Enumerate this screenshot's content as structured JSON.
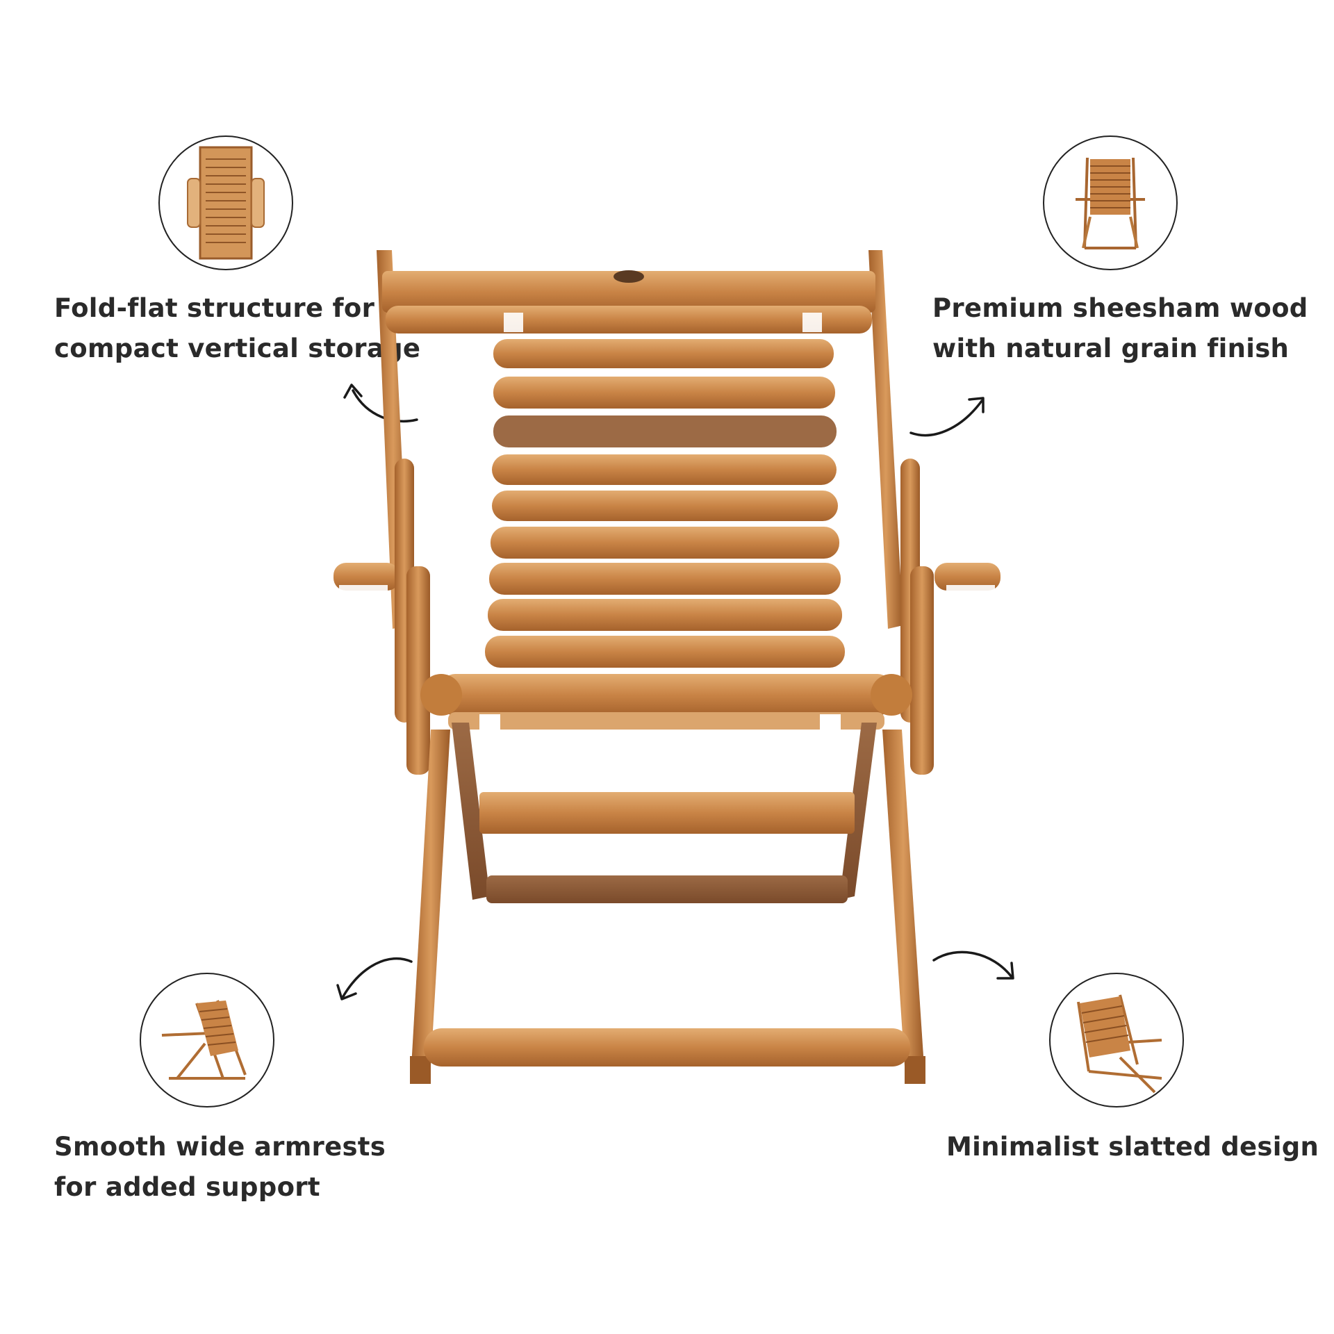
{
  "features": {
    "top_left": {
      "line1": "Fold-flat structure for",
      "line2": "compact vertical storage"
    },
    "top_right": {
      "line1": "Premium sheesham wood",
      "line2": "with natural grain finish"
    },
    "bottom_left": {
      "line1": "Smooth wide armrests",
      "line2": "for added support"
    },
    "bottom_right": {
      "line1": "Minimalist slatted design",
      "line2": ""
    }
  },
  "colors": {
    "wood_light": "#d9a36a",
    "wood_mid": "#c27d3c",
    "wood_dark": "#8f5527",
    "wood_deep": "#7a4a2a",
    "text": "#2a2a2a",
    "background": "#ffffff"
  },
  "icons": {
    "arrows": "curved-arrow-icon"
  }
}
